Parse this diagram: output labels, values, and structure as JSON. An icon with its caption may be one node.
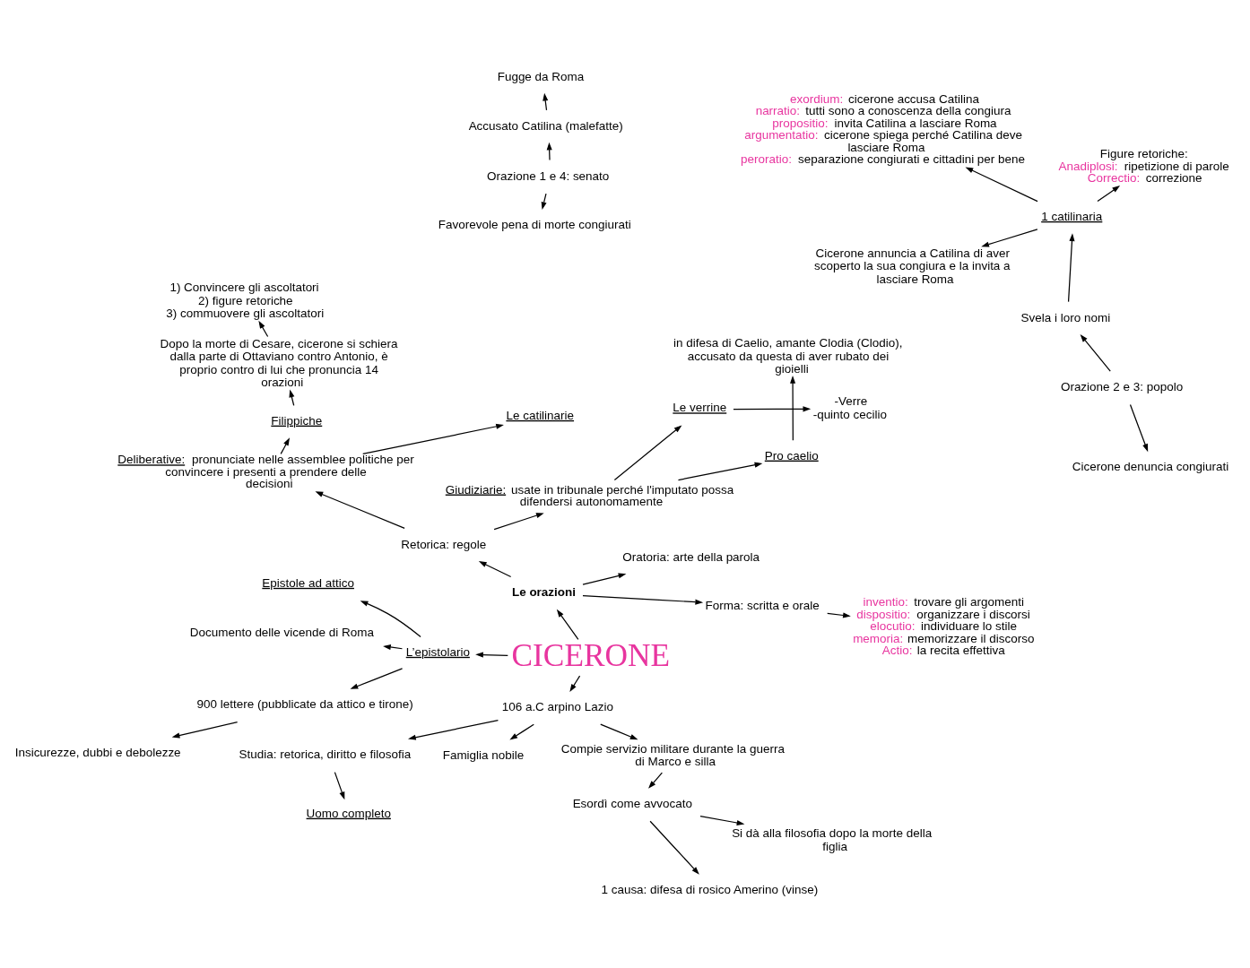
{
  "diagram": {
    "nodes": [
      {
        "text": [
          "CICERONE"
        ]
      },
      {
        "text": [
          "Si dà alla filosofia dopo la morte della figlia"
        ]
      },
      {
        "text": [
          "1 causa: difesa di rosico Amerino (vinse)"
        ]
      },
      {
        "text": [
          "Esordì come avvocato"
        ]
      },
      {
        "text": [
          "Compie servizio militare durante la guerra di Marco e silla"
        ]
      },
      {
        "text": [
          "Studia: retorica, diritto e filosofia"
        ]
      },
      {
        "text": [
          "Uomo completo"
        ]
      },
      {
        "text": [
          "106 a.C arpino Lazio"
        ]
      },
      {
        "text": [
          "Famiglia nobile"
        ]
      },
      {
        "text": [
          "inventio: trovare gli argomenti",
          "dispositio: organizzare i discorsi",
          "elocutio: individuare lo stile",
          "memoria: memorizzare il discorso",
          "Actio: la recita effettiva"
        ]
      },
      {
        "text": [
          "Le orazioni"
        ]
      },
      {
        "text": [
          "Forma: scritta e orale"
        ]
      },
      {
        "text": [
          "Oratoria: arte della parola"
        ]
      },
      {
        "text": [
          "Retorica: regole"
        ]
      },
      {
        "text": [
          "Epistole ad attico"
        ]
      },
      {
        "text": [
          "L’epistolario"
        ]
      },
      {
        "text": [
          "900 lettere (pubblicate da attico e tirone)"
        ]
      },
      {
        "text": [
          "Insicurezze, dubbi e debolezze"
        ]
      },
      {
        "text": [
          "Documento delle vicende di Roma"
        ]
      },
      {
        "text": [
          "Giudiziarie: usate in tribunale perché l'imputato possa difendersi autonomamente"
        ]
      },
      {
        "text": [
          "Deliberative: pronunciate nelle assemblee politiche per convincere i presenti a prendere delle decisioni"
        ]
      },
      {
        "text": [
          "Le verrine"
        ]
      },
      {
        "text": [
          "Pro caelio"
        ]
      },
      {
        "text": [
          "-Verre",
          "-quinto cecilio"
        ]
      },
      {
        "text": [
          "in difesa di Caelio, amante Clodia (Clodio), accusato da questa di aver rubato dei gioielli"
        ]
      },
      {
        "text": [
          "Filippiche"
        ]
      },
      {
        "text": [
          "Le catilinarie"
        ]
      },
      {
        "text": [
          "Favorevole pena di morte congiurati"
        ]
      },
      {
        "text": [
          "Orazione 1 e 4: senato"
        ]
      },
      {
        "text": [
          "Accusato Catilina (malefatte)"
        ]
      },
      {
        "text": [
          "Fugge da Roma"
        ]
      },
      {
        "text": [
          "Orazione 2 e 3: popolo"
        ]
      },
      {
        "text": [
          "Svela i loro nomi"
        ]
      },
      {
        "text": [
          "Dopo la morte di Cesare, cicerone si schiera dalla parte di Ottaviano contro Antonio, è proprio contro di lui che pronuncia 14 orazioni"
        ]
      },
      {
        "text": [
          "Cicerone denuncia congiurati"
        ]
      },
      {
        "text": [
          "1 catilinaria"
        ]
      },
      {
        "text": [
          "Figure retoriche:",
          "Anadiplosi: ripetizione di parole",
          "Correctio: correzione"
        ]
      },
      {
        "text": [
          "Cicerone annuncia a Catilina di aver scoperto la sua congiura e la invita a lasciare Roma"
        ]
      },
      {
        "text": [
          "1) Convincere gli ascoltatori",
          "2) figure retoriche",
          "3) commuovere gli ascoltatori"
        ]
      },
      {
        "text": [
          "exordium: cicerone accusa Catilina",
          "narratio: tutti sono a conoscenza della congiura",
          "propositio: invita Catilina a lasciare Roma",
          "argumentatio: cicerone spiega perché Catilina deve lasciare Roma",
          "peroratio: separazione congiurati e cittadini per bene"
        ]
      }
    ],
    "edges": [
      {
        "from": 0,
        "to": 7,
        "arrow": "to"
      },
      {
        "from": 7,
        "to": 8,
        "arrow": "to"
      },
      {
        "from": 7,
        "to": 5,
        "arrow": "to"
      },
      {
        "from": 5,
        "to": 6,
        "arrow": "to"
      },
      {
        "from": 7,
        "to": 4,
        "arrow": "to"
      },
      {
        "from": 4,
        "to": 3,
        "arrow": "to"
      },
      {
        "from": 3,
        "to": 2,
        "arrow": "to"
      },
      {
        "from": 3,
        "to": 1,
        "arrow": "to"
      },
      {
        "from": 0,
        "to": 10,
        "arrow": "to"
      },
      {
        "from": 10,
        "to": 11,
        "arrow": "to"
      },
      {
        "from": 10,
        "to": 12,
        "arrow": "to"
      },
      {
        "from": 10,
        "to": 13,
        "arrow": "to"
      },
      {
        "from": 11,
        "to": 9,
        "arrow": "to"
      },
      {
        "from": 0,
        "to": 15,
        "arrow": "to"
      },
      {
        "from": 15,
        "to": 14,
        "arrow": "to"
      },
      {
        "from": 15,
        "to": 16,
        "arrow": "to"
      },
      {
        "from": 15,
        "to": 18,
        "arrow": "to"
      },
      {
        "from": 16,
        "to": 17,
        "arrow": "to"
      },
      {
        "from": 13,
        "to": 19,
        "arrow": "to"
      },
      {
        "from": 13,
        "to": 20,
        "arrow": "to"
      },
      {
        "from": 19,
        "to": 21,
        "arrow": "to"
      },
      {
        "from": 19,
        "to": 22,
        "arrow": "to"
      },
      {
        "from": 21,
        "to": 23,
        "arrow": "to"
      },
      {
        "from": 22,
        "to": 24,
        "arrow": "to"
      },
      {
        "from": 20,
        "to": 25,
        "arrow": "to"
      },
      {
        "from": 25,
        "to": 33,
        "arrow": "to"
      },
      {
        "from": 33,
        "to": 38,
        "arrow": "to"
      },
      {
        "from": 20,
        "to": 26,
        "arrow": "to"
      },
      {
        "from": 28,
        "to": 27,
        "arrow": "to"
      },
      {
        "from": 28,
        "to": 29,
        "arrow": "to"
      },
      {
        "from": 29,
        "to": 30,
        "arrow": "to"
      },
      {
        "from": 31,
        "to": 32,
        "arrow": "to"
      },
      {
        "from": 31,
        "to": 34,
        "arrow": "to"
      },
      {
        "from": 32,
        "to": 35,
        "arrow": "to"
      },
      {
        "from": 35,
        "to": 36,
        "arrow": "to"
      },
      {
        "from": 35,
        "to": 39,
        "arrow": "to"
      },
      {
        "from": 35,
        "to": 37,
        "arrow": "to"
      }
    ]
  }
}
